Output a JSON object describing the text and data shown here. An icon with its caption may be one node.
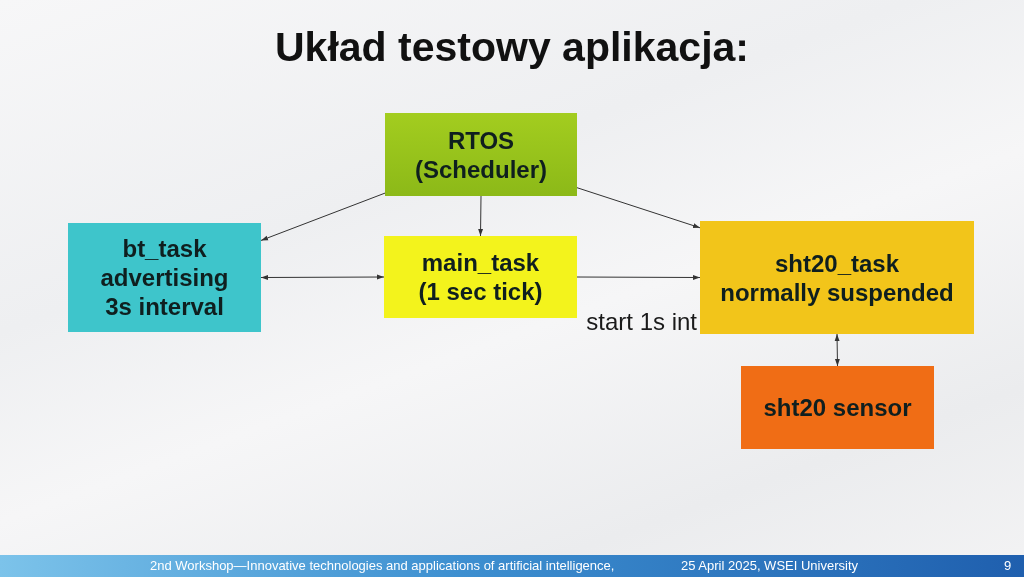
{
  "diagram": {
    "title": "Układ testowy aplikacja:",
    "nodes": [
      {
        "text": [
          "RTOS (Scheduler)"
        ]
      },
      {
        "text": [
          "bt_task advertising 3s interval"
        ]
      },
      {
        "text": [
          "main_task (1 sec tick)"
        ]
      },
      {
        "text": [
          "sht20_task normally suspended"
        ]
      },
      {
        "text": [
          "sht20 sensor"
        ]
      }
    ],
    "edges": [
      {
        "from": 0,
        "to": 1,
        "arrow": "to"
      },
      {
        "from": 0,
        "to": 2,
        "arrow": "to"
      },
      {
        "from": 0,
        "to": 3,
        "arrow": "to"
      },
      {
        "from": 1,
        "to": 2,
        "arrow": "both"
      },
      {
        "from": 2,
        "to": 3,
        "arrow": "to",
        "label": "start 1s int"
      },
      {
        "from": 3,
        "to": 4,
        "arrow": "both"
      }
    ],
    "labels": [
      "2nd Workshop—Innovative technologies and applications of artificial intelligence,",
      "25 April 2025, WSEI University",
      "9"
    ]
  }
}
